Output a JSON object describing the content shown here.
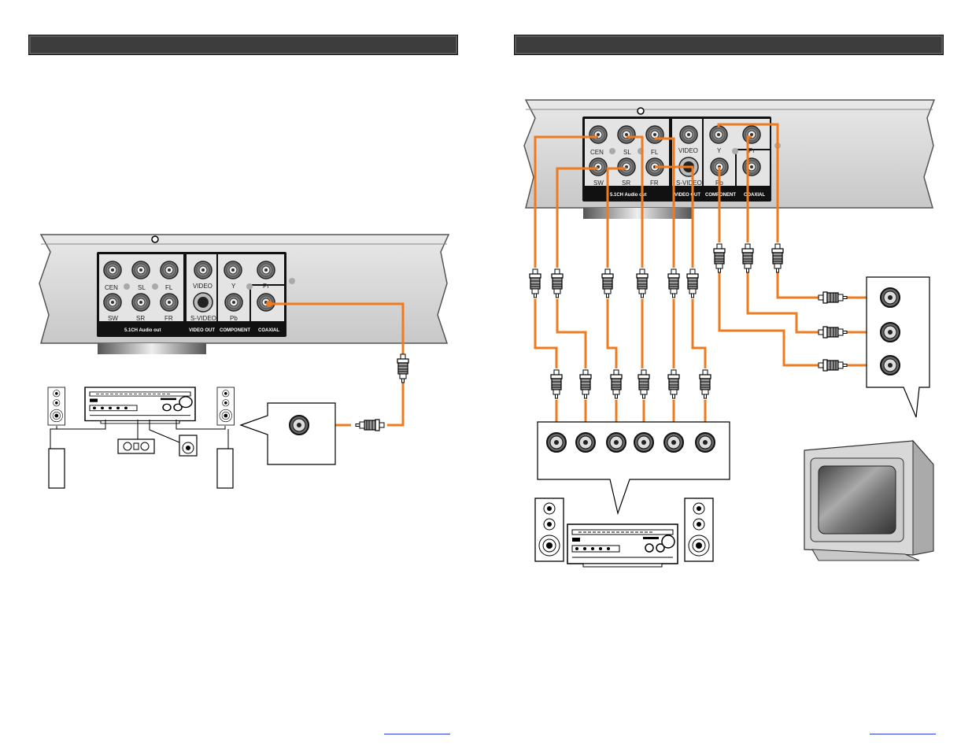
{
  "panel_labels": {
    "cen": "CEN",
    "sl": "SL",
    "fl": "FL",
    "sw": "SW",
    "sr": "SR",
    "fr": "FR",
    "video": "VIDEO",
    "s_video": "S-VIDEO",
    "y": "Y",
    "pb": "Pb",
    "pr": "Pr",
    "audio_out": "5.1CH Audio out",
    "video_out": "VIDEO OUT",
    "component": "COMPONENT",
    "coaxial": "COAXIAL"
  },
  "colors": {
    "cable": "#f07b1e",
    "header": "#3d3d3d",
    "panel": "#dcdcdc",
    "link": "#2a3fd8"
  },
  "icons": [
    "dvd-player-back-panel",
    "rca-plug",
    "av-receiver",
    "speaker",
    "subwoofer",
    "tv"
  ]
}
